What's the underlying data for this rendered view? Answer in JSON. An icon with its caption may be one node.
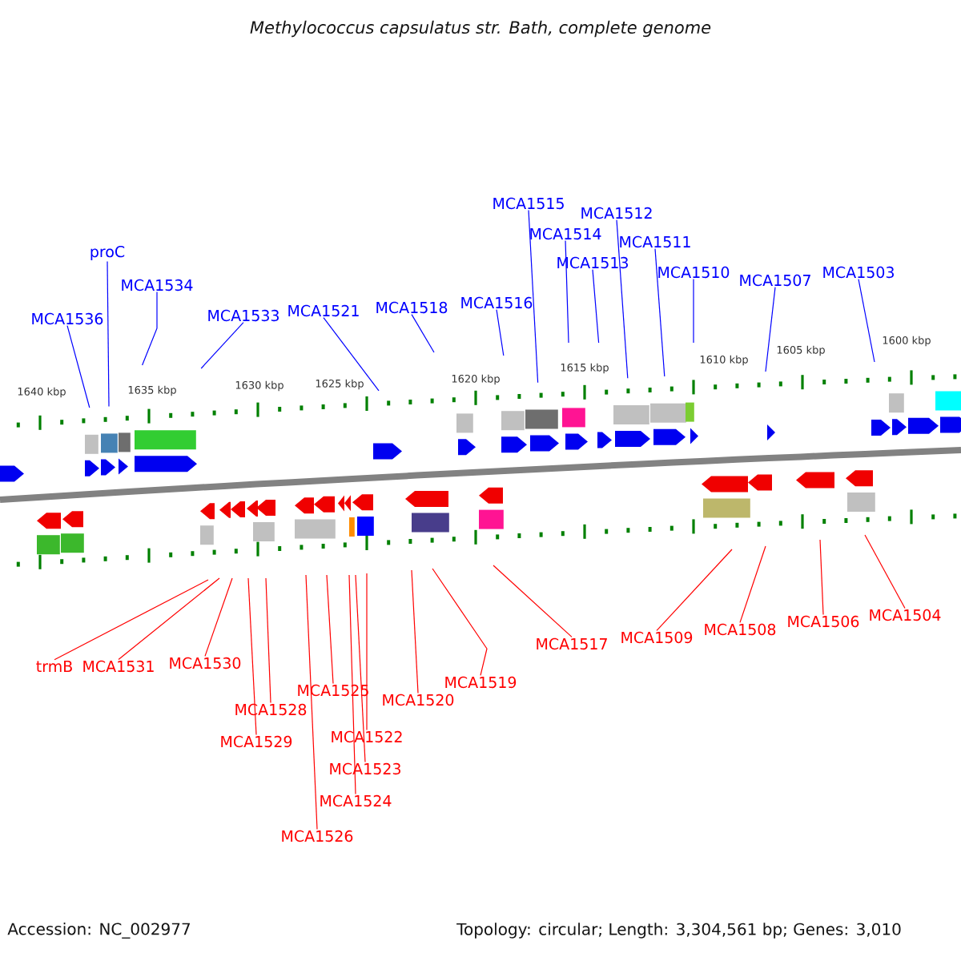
{
  "diagram": {
    "title": "Methylococcus capsulatus str. Bath, complete genome",
    "nodes": [
      {
        "text": [
          "MCA1536"
        ]
      },
      {
        "text": [
          "proC"
        ]
      },
      {
        "text": [
          "MCA1534"
        ]
      },
      {
        "text": [
          "MCA1533"
        ]
      },
      {
        "text": [
          "MCA1521"
        ]
      },
      {
        "text": [
          "MCA1518"
        ]
      },
      {
        "text": [
          "MCA1516"
        ]
      },
      {
        "text": [
          "MCA1515"
        ]
      },
      {
        "text": [
          "MCA1514"
        ]
      },
      {
        "text": [
          "MCA1513"
        ]
      },
      {
        "text": [
          "MCA1512"
        ]
      },
      {
        "text": [
          "MCA1511"
        ]
      },
      {
        "text": [
          "MCA1510"
        ]
      },
      {
        "text": [
          "MCA1507"
        ]
      },
      {
        "text": [
          "MCA1503"
        ]
      },
      {
        "text": [
          "trmB"
        ]
      },
      {
        "text": [
          "MCA1531"
        ]
      },
      {
        "text": [
          "MCA1530"
        ]
      },
      {
        "text": [
          "MCA1528"
        ]
      },
      {
        "text": [
          "MCA1529"
        ]
      },
      {
        "text": [
          "MCA1525"
        ]
      },
      {
        "text": [
          "MCA1520"
        ]
      },
      {
        "text": [
          "MCA1522"
        ]
      },
      {
        "text": [
          "MCA1523"
        ]
      },
      {
        "text": [
          "MCA1524"
        ]
      },
      {
        "text": [
          "MCA1526"
        ]
      },
      {
        "text": [
          "MCA1519"
        ]
      },
      {
        "text": [
          "MCA1517"
        ]
      },
      {
        "text": [
          "MCA1509"
        ]
      },
      {
        "text": [
          "MCA1508"
        ]
      },
      {
        "text": [
          "MCA1506"
        ]
      },
      {
        "text": [
          "MCA1504"
        ]
      }
    ],
    "edges": [
      {
        "from": 0,
        "to": null,
        "arrow": "none",
        "color": "#0000ff"
      },
      {
        "from": 1,
        "to": null,
        "arrow": "none",
        "color": "#0000ff"
      },
      {
        "from": 2,
        "to": null,
        "arrow": "none",
        "color": "#0000ff"
      },
      {
        "from": 3,
        "to": null,
        "arrow": "none",
        "color": "#0000ff"
      },
      {
        "from": 4,
        "to": null,
        "arrow": "none",
        "color": "#0000ff"
      },
      {
        "from": 5,
        "to": null,
        "arrow": "none",
        "color": "#0000ff"
      },
      {
        "from": 6,
        "to": null,
        "arrow": "none",
        "color": "#0000ff"
      },
      {
        "from": 7,
        "to": null,
        "arrow": "none",
        "color": "#0000ff"
      },
      {
        "from": 8,
        "to": null,
        "arrow": "none",
        "color": "#0000ff"
      },
      {
        "from": 9,
        "to": null,
        "arrow": "none",
        "color": "#0000ff"
      },
      {
        "from": 10,
        "to": null,
        "arrow": "none",
        "color": "#0000ff"
      },
      {
        "from": 11,
        "to": null,
        "arrow": "none",
        "color": "#0000ff"
      },
      {
        "from": 12,
        "to": null,
        "arrow": "none",
        "color": "#0000ff"
      },
      {
        "from": 13,
        "to": null,
        "arrow": "none",
        "color": "#0000ff"
      },
      {
        "from": 14,
        "to": null,
        "arrow": "none",
        "color": "#0000ff"
      },
      {
        "from": 15,
        "to": null,
        "arrow": "none"
      },
      {
        "from": 16,
        "to": null,
        "arrow": "none"
      },
      {
        "from": 17,
        "to": null,
        "arrow": "none"
      },
      {
        "from": 18,
        "to": null,
        "arrow": "none"
      },
      {
        "from": 19,
        "to": null,
        "arrow": "none"
      },
      {
        "from": 20,
        "to": null,
        "arrow": "none"
      },
      {
        "from": 21,
        "to": null,
        "arrow": "none"
      },
      {
        "from": 22,
        "to": null,
        "arrow": "none"
      },
      {
        "from": 23,
        "to": null,
        "arrow": "none"
      },
      {
        "from": 24,
        "to": null,
        "arrow": "none"
      },
      {
        "from": 25,
        "to": null,
        "arrow": "none"
      },
      {
        "from": 26,
        "to": null,
        "arrow": "none"
      },
      {
        "from": 27,
        "to": null,
        "arrow": "none"
      },
      {
        "from": 28,
        "to": null,
        "arrow": "none"
      },
      {
        "from": 29,
        "to": null,
        "arrow": "none"
      },
      {
        "from": 30,
        "to": null,
        "arrow": "none"
      },
      {
        "from": 31,
        "to": null,
        "arrow": "none"
      }
    ],
    "labels": [
      "1640 kbp",
      "1635 kbp",
      "1630 kbp",
      "1625 kbp",
      "1620 kbp",
      "1615 kbp",
      "1610 kbp",
      "1605 kbp",
      "1600 kbp",
      "Accession: NC_002977",
      "Topology: circular; Length: 3,304,561 bp; Genes: 3,010"
    ]
  }
}
